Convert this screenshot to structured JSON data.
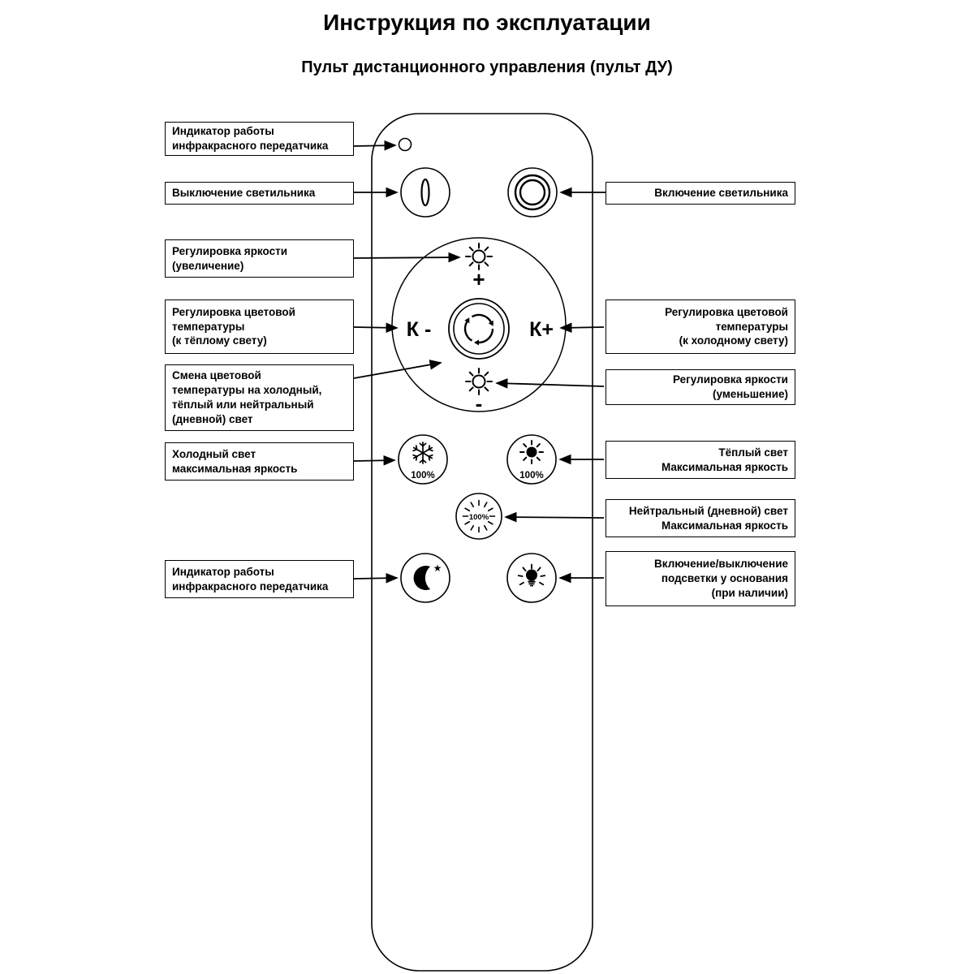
{
  "page": {
    "title": "Инструкция по эксплуатации",
    "subtitle": "Пульт дистанционного управления (пульт ДУ)"
  },
  "remote": {
    "k_minus_label": "К -",
    "k_plus_label": "К+",
    "plus_sign": "+",
    "minus_sign": "-",
    "cold_percent": "100%",
    "warm_percent": "100%",
    "neutral_percent": "100%",
    "star_glyph": "★"
  },
  "callouts": {
    "left": [
      {
        "label": "Индикатор работы\nинфракрасного передатчика"
      },
      {
        "label": "Выключение светильника"
      },
      {
        "label": "Регулировка яркости\n(увеличение)"
      },
      {
        "label": "Регулировка цветовой\nтемпературы\n(к тёплому свету)"
      },
      {
        "label": "Смена цветовой\nтемпературы на холодный,\nтёплый или нейтральный\n(дневной) свет"
      },
      {
        "label": "Холодный свет\nмаксимальная яркость"
      },
      {
        "label": "Индикатор работы\nинфракрасного передатчика"
      }
    ],
    "right": [
      {
        "label": "Включение светильника"
      },
      {
        "label": "Регулировка цветовой\nтемпературы\n(к холодному свету)"
      },
      {
        "label": "Регулировка яркости\n(уменьшение)"
      },
      {
        "label": "Тёплый свет\nМаксимальная яркость"
      },
      {
        "label": "Нейтральный (дневной) свет\nМаксимальная яркость"
      },
      {
        "label": "Включение/выключение\nподсветки у основания\n(при наличии)"
      }
    ]
  },
  "colors": {
    "ink": "#000000",
    "background": "#ffffff"
  }
}
